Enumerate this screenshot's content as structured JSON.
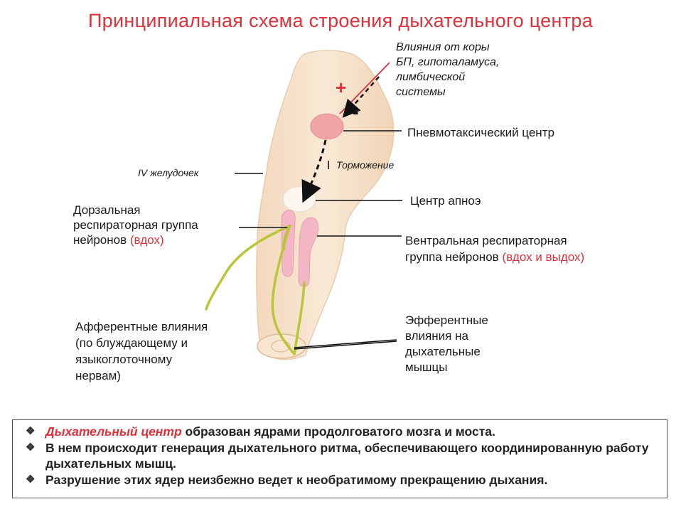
{
  "title": "Принципиальная схема строения дыхательного центра",
  "labels": {
    "cortex_influence": [
      "Влияния от коры",
      "БП, гипоталамуса,",
      "лимбической",
      "системы"
    ],
    "plus": "+",
    "minus": "-",
    "pneumotaxic": "Пневмотаксический центр",
    "fourth_ventricle": "IV желудочек",
    "inhibition": "Торможение",
    "apneustic": "Центр апноэ",
    "dorsal_group": [
      "Дорзальная",
      "респираторная группа",
      "нейронов"
    ],
    "dorsal_note": "(вдох)",
    "ventral_group": [
      "Вентральная респираторная",
      "группа нейронов"
    ],
    "ventral_note": "(вдох и выдох)",
    "afferent": [
      "Афферентные влияния",
      "(по блуждающему и",
      "языкоглоточному",
      "нервам)"
    ],
    "efferent": [
      "Эфферентные",
      "влияния на",
      "дыхательные",
      "мышцы"
    ]
  },
  "notes": {
    "bullet_icon": "❖",
    "items": [
      {
        "highlight": "Дыхательный центр",
        "text": " образован ядрами продолговатого мозга и моста."
      },
      {
        "highlight": "",
        "text": "В нем происходит  генерация дыхательного ритма, обеспечивающего координированную работу дыхательных мышц."
      },
      {
        "highlight": "",
        "text": "Разрушение этих ядер неизбежно ведет к необратимому прекращению дыхания."
      }
    ]
  },
  "colors": {
    "title": "#e0303a",
    "brainstem": "#f7e3cc",
    "pneumotaxic_center": "#efa5a5",
    "respiratory_groups": "#f2b6c4",
    "nerves": "#b9c637"
  }
}
